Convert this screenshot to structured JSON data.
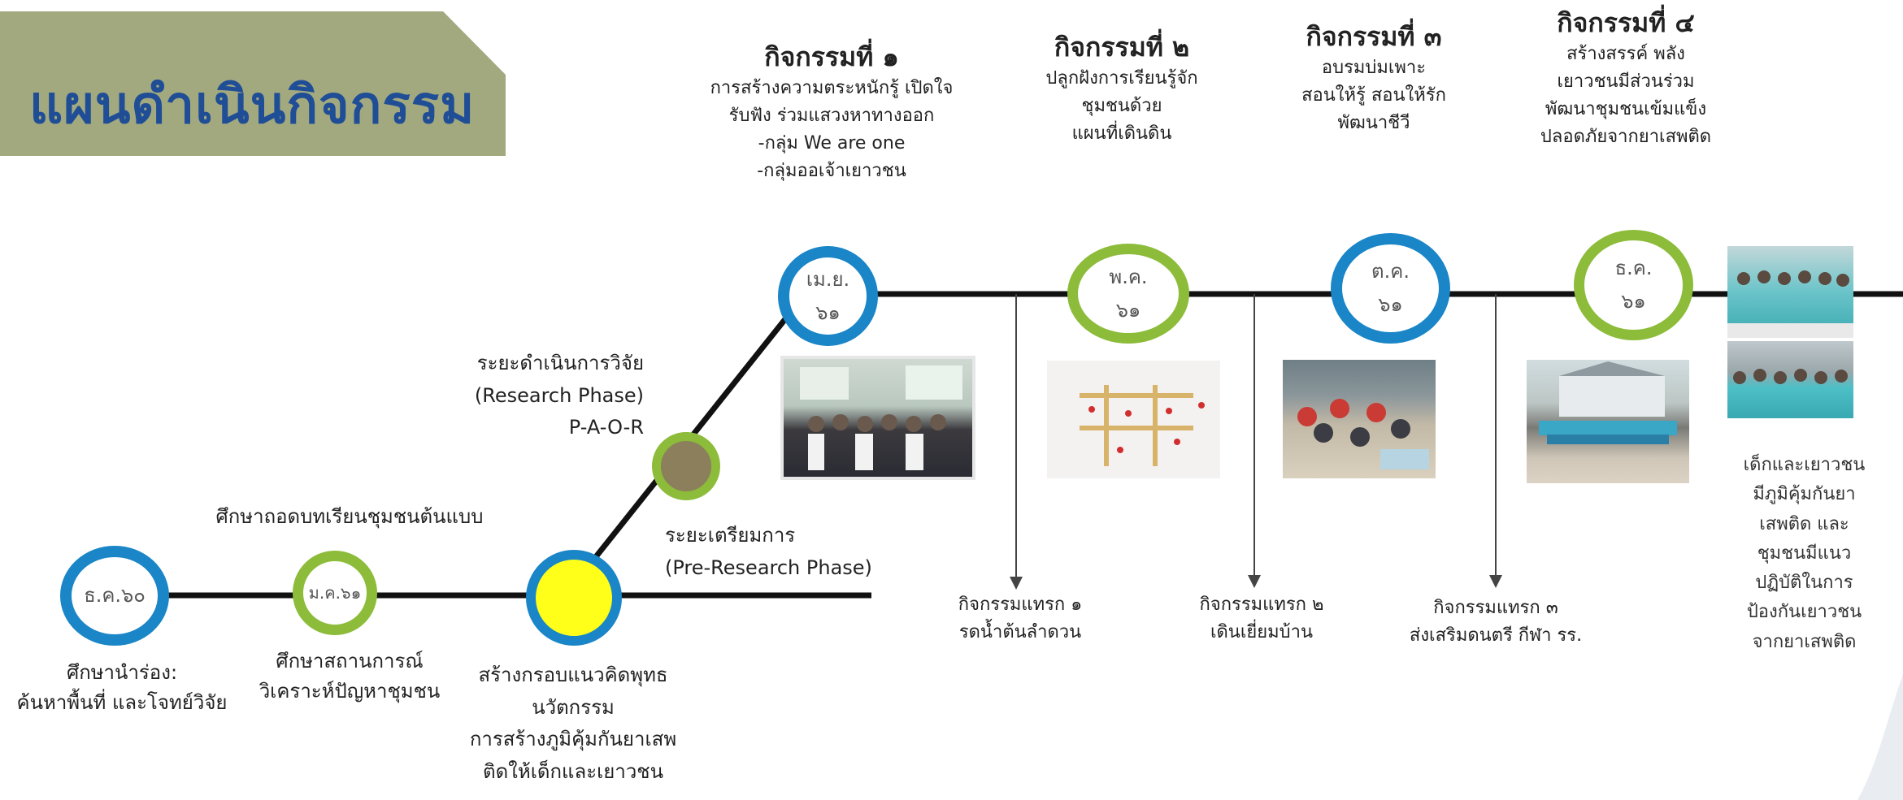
{
  "title": "แผนดำเนินกิจกรรม",
  "nodes": {
    "n1": {
      "label": "ธ.ค.๖๐"
    },
    "n2": {
      "label": "ม.ค.๖๑"
    },
    "n4": {
      "line1": "เม.ย.",
      "line2": "๖๑"
    },
    "n5": {
      "line1": "พ.ค.",
      "line2": "๖๑"
    },
    "n6": {
      "line1": "ต.ค.",
      "line2": "๖๑"
    },
    "n7": {
      "line1": "ธ.ค.",
      "line2": "๖๑"
    }
  },
  "texts": {
    "pilot": [
      "ศึกษานำร่อง:",
      "ค้นหาพื้นที่ และโจทย์วิจัย"
    ],
    "lessons": "ศึกษาถอดบทเรียนชุมชนต้นแบบ",
    "situation": [
      "ศึกษาสถานการณ์",
      "วิเคราะห์ปัญหาชุมชน"
    ],
    "framework": [
      "สร้างกรอบแนวคิดพุทธ",
      "นวัตกรรม",
      "การสร้างภูมิคุ้มกันยาเสพ",
      "ติดให้เด็กและเยาวชน"
    ],
    "research_phase": [
      "ระยะดำเนินการวิจัย",
      "(Research Phase)",
      "P-A-O-R"
    ],
    "pre_research": [
      "ระยะเตรียมการ",
      "(Pre-Research Phase)"
    ],
    "outcome": [
      "เด็กและเยาวชน",
      "มีภูมิคุ้มกันยา",
      "เสพติด และ",
      "ชุมชนมีแนว",
      "ปฏิบัติในการ",
      "ป้องกันเยาวชน",
      "จากยาเสพติด"
    ]
  },
  "activities": [
    {
      "header": "กิจกรรมที่ ๑",
      "lines": [
        "การสร้างความตระหนักรู้ เปิดใจ",
        "รับฟัง ร่วมแสวงหาทางออก",
        "-กลุ่ม We are one",
        "-กลุ่มออเจ้าเยาวชน"
      ]
    },
    {
      "header": "กิจกรรมที่ ๒",
      "lines": [
        "ปลูกฝังการเรียนรู้จัก",
        "ชุมชนด้วย",
        "แผนที่เดินดิน"
      ]
    },
    {
      "header": "กิจกรรมที่ ๓",
      "lines": [
        "อบรมบ่มเพาะ",
        "สอนให้รู้ สอนให้รัก",
        "พัฒนาชีวี"
      ]
    },
    {
      "header": "กิจกรรมที่ ๔",
      "lines": [
        "สร้างสรรค์ พลัง",
        "เยาวชนมีส่วนร่วม",
        "พัฒนาชุมชนเข้มแข็ง",
        "ปลอดภัยจากยาเสพติด"
      ]
    }
  ],
  "side_activities": [
    {
      "lines": [
        "กิจกรรมแทรก ๑",
        "รดน้ำต้นลำดวน"
      ]
    },
    {
      "lines": [
        "กิจกรรมแทรก ๒",
        "เดินเยี่ยมบ้าน"
      ]
    },
    {
      "lines": [
        "กิจกรรมแทรก ๓",
        "ส่งเสริมดนตรี กีฬา รร."
      ]
    }
  ],
  "colors": {
    "title_band": "#a3a97f",
    "title_text": "#1f4e96",
    "blue_ring": "#1a86c7",
    "green_ring": "#8cbc3a",
    "yellow_node": "#ffff1a",
    "olive_node": "#8b7f5c"
  }
}
